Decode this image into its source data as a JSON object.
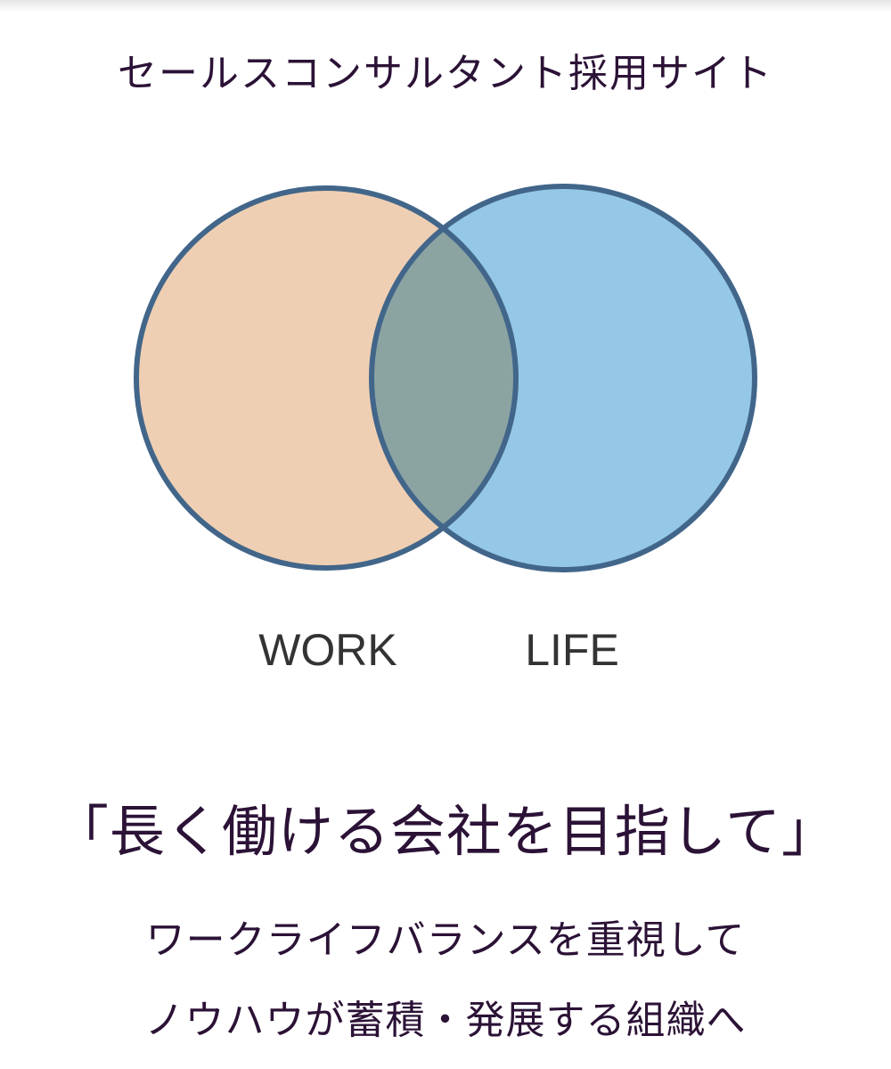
{
  "site_title": "セールスコンサルタント採用サイト",
  "venn": {
    "left_label": "WORK",
    "right_label": "LIFE",
    "left_color": "#efcfb3",
    "right_color": "#94c8e6",
    "overlap_color": "#8ba4a2",
    "stroke_color": "#42668a"
  },
  "headline": "「長く働ける会社を目指して」",
  "sublines": [
    "ワークライフバランスを重視して",
    "ノウハウが蓄積・発展する組織へ"
  ]
}
